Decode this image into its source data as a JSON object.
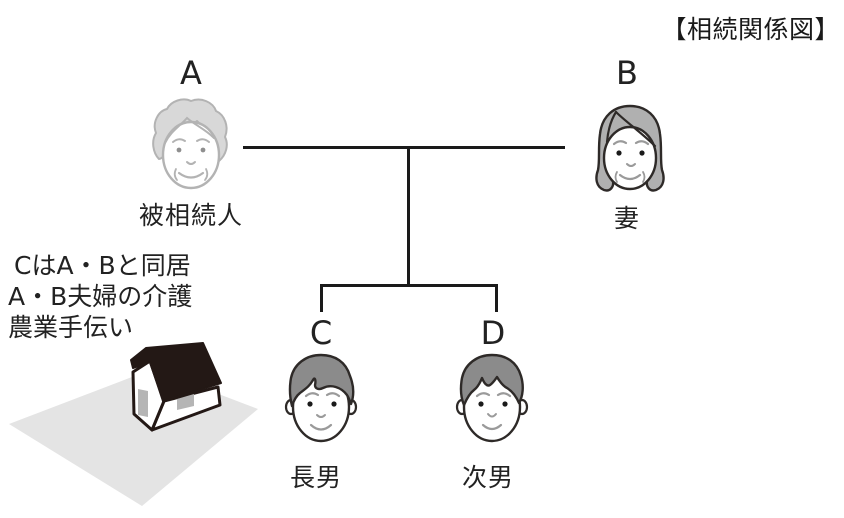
{
  "title": "【相続関係図】",
  "persons": {
    "a": {
      "letter": "A",
      "role": "被相続人"
    },
    "b": {
      "letter": "B",
      "role": "妻"
    },
    "c": {
      "letter": "C",
      "role": "長男"
    },
    "d": {
      "letter": "D",
      "role": "次男"
    }
  },
  "note": {
    "line1": "CはA・Bと同居",
    "line2": "A・B夫婦の介護",
    "line3": "農業手伝い"
  },
  "icons": {
    "person_a": "elderly-man-face",
    "person_b": "elderly-woman-face",
    "person_c": "man-face",
    "person_d": "young-man-face",
    "house": "house-3d",
    "land": "land-parcel"
  },
  "colors": {
    "line": "#1a1a1a",
    "text": "#222222",
    "deceased_stroke": "#b3b3b3",
    "deceased_hair": "#d8d8d8",
    "hair_woman": "#b0b0b0",
    "hair_man": "#8b8b8b",
    "outline_dark": "#2e2a28",
    "feature_gray": "#9a9a9a",
    "land": "#e4e4e4",
    "roof": "#231815",
    "door_window": "#b5b5b5",
    "background": "#ffffff"
  }
}
